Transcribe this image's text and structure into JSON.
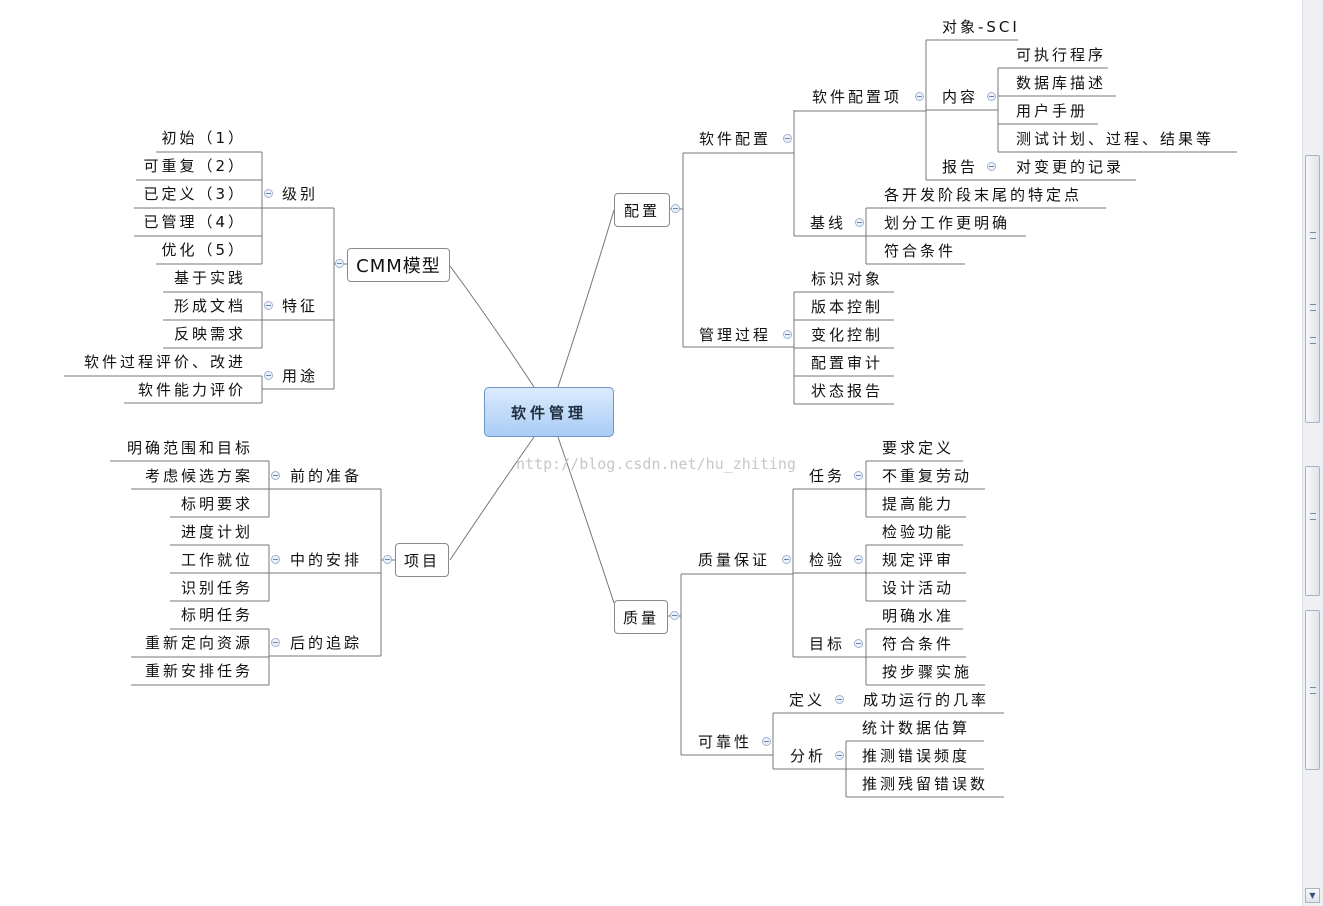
{
  "center": {
    "label": "软件管理"
  },
  "watermark": "http://blog.csdn.net/hu_zhiting",
  "config": {
    "label": "配置",
    "sci": {
      "label": "软件配置",
      "item": {
        "label": "软件配置项",
        "object": "对象-SCI",
        "content": {
          "label": "内容",
          "items": [
            "可执行程序",
            "数据库描述",
            "用户手册",
            "测试计划、过程、结果等"
          ]
        },
        "report": {
          "label": "报告",
          "item": "对变更的记录"
        }
      },
      "baseline": {
        "label": "基线",
        "items": [
          "各开发阶段末尾的特定点",
          "划分工作更明确",
          "符合条件"
        ]
      }
    },
    "process": {
      "label": "管理过程",
      "items": [
        "标识对象",
        "版本控制",
        "变化控制",
        "配置审计",
        "状态报告"
      ]
    }
  },
  "quality": {
    "label": "质量",
    "assurance": {
      "label": "质量保证",
      "task": {
        "label": "任务",
        "items": [
          "要求定义",
          "不重复劳动",
          "提高能力"
        ]
      },
      "check": {
        "label": "检验",
        "items": [
          "检验功能",
          "规定评审",
          "设计活动"
        ]
      },
      "goal": {
        "label": "目标",
        "items": [
          "明确水准",
          "符合条件",
          "按步骤实施"
        ]
      }
    },
    "reliability": {
      "label": "可靠性",
      "define": {
        "label": "定义",
        "item": "成功运行的几率"
      },
      "analyze": {
        "label": "分析",
        "items": [
          "统计数据估算",
          "推测错误频度",
          "推测残留错误数"
        ]
      }
    }
  },
  "cmm": {
    "label": "CMM模型",
    "level": {
      "label": "级别",
      "items": [
        "初始（1）",
        "可重复（2）",
        "已定义（3）",
        "已管理（4）",
        "优化（5）"
      ]
    },
    "feature": {
      "label": "特征",
      "items": [
        "基于实践",
        "形成文档",
        "反映需求"
      ]
    },
    "usage": {
      "label": "用途",
      "items": [
        "软件过程评价、改进",
        "软件能力评价"
      ]
    }
  },
  "project": {
    "label": "项目",
    "before": {
      "label": "前的准备",
      "items": [
        "明确范围和目标",
        "考虑候选方案",
        "标明要求"
      ]
    },
    "during": {
      "label": "中的安排",
      "items": [
        "进度计划",
        "工作就位",
        "识别任务"
      ]
    },
    "after": {
      "label": "后的追踪",
      "items": [
        "标明任务",
        "重新定向资源",
        "重新安排任务"
      ]
    }
  },
  "colors": {
    "line": "#777777",
    "center_top": "#dcebfd",
    "center_bottom": "#a9ccf5",
    "toggle": "#9fb3cf"
  }
}
